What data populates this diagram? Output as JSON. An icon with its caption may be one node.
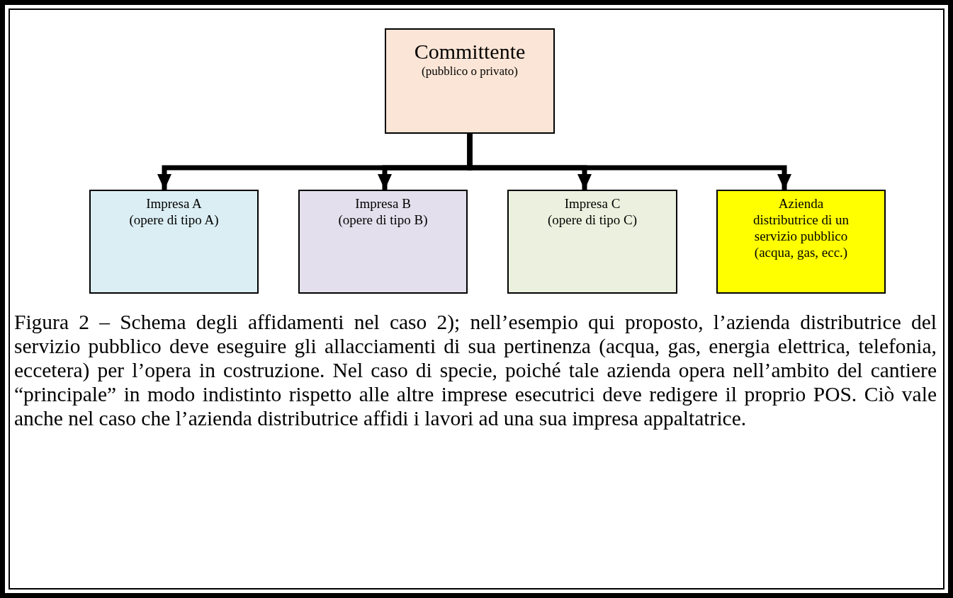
{
  "diagram": {
    "caption": "Figura 2 – Schema degli affidamenti nel caso 2); nell’esempio qui proposto, l’azienda distributrice del servizio pubblico deve eseguire gli allacciamenti di sua pertinenza (acqua, gas, energia elettrica, telefonia, eccetera) per l’opera in costruzione. Nel caso di specie, poiché tale azienda opera nell’ambito del cantiere “principale” in modo indistinto rispetto alle altre imprese esecutrici deve redigere il proprio POS. Ciò vale anche nel caso che l’azienda distributrice affidi i lavori ad una sua impresa appaltatrice.",
    "nodes": [
      {
        "text": [
          "Committente",
          "(pubblico o privato)"
        ]
      },
      {
        "text": [
          "Impresa A",
          "(opere di tipo A)"
        ]
      },
      {
        "text": [
          "Impresa B",
          "(opere di tipo B)"
        ]
      },
      {
        "text": [
          "Impresa C",
          "(opere di tipo C)"
        ]
      },
      {
        "text": [
          "Azienda distributrice di un servizio pubblico",
          "(acqua, gas, ecc.)"
        ]
      }
    ],
    "edges": [
      {
        "from": 0,
        "to": 1,
        "arrow": "to"
      },
      {
        "from": 0,
        "to": 2,
        "arrow": "to"
      },
      {
        "from": 0,
        "to": 3,
        "arrow": "to"
      },
      {
        "from": 0,
        "to": 4,
        "arrow": "to"
      }
    ]
  }
}
